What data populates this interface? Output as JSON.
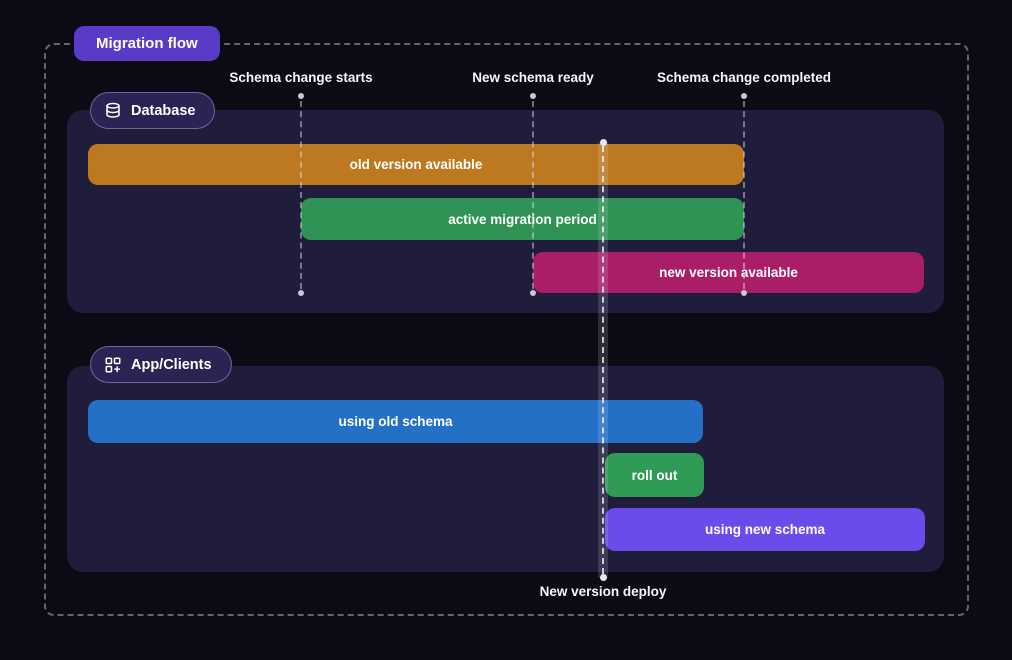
{
  "title_badge": {
    "label": "Migration flow"
  },
  "milestones": [
    {
      "label": "Schema change starts"
    },
    {
      "label": "New schema ready"
    },
    {
      "label": "Schema change completed"
    }
  ],
  "deploy_marker": {
    "label": "New version deploy"
  },
  "lanes": {
    "database": {
      "badge": {
        "label": "Database",
        "icon": "database-icon"
      },
      "bars": [
        {
          "label": "old version available",
          "color": "#bd791f",
          "starts_at": "lane start",
          "ends_at": "Schema change completed"
        },
        {
          "label": "active migration period",
          "color": "#2e9355",
          "starts_at": "Schema change starts",
          "ends_at": "Schema change completed"
        },
        {
          "label": "new version available",
          "color": "#aa1e68",
          "starts_at": "New schema ready",
          "ends_at": "lane end"
        }
      ]
    },
    "app": {
      "badge": {
        "label": "App/Clients",
        "icon": "apps-plus-icon"
      },
      "bars": [
        {
          "label": "using old schema",
          "color": "#2470c6",
          "starts_at": "lane start",
          "ends_at": "after New version deploy"
        },
        {
          "label": "roll out",
          "color": "#2f9b55",
          "starts_at": "New version deploy",
          "ends_at": "after New version deploy"
        },
        {
          "label": "using new schema",
          "color": "#6b4be9",
          "starts_at": "New version deploy",
          "ends_at": "lane end"
        }
      ]
    }
  },
  "colors": {
    "background": "#0c0a14",
    "panel": "#201c3b",
    "title_badge_bg": "#5a3bc7",
    "lane_badge_bg": "#2a2354",
    "bar_old_version": "#bd791f",
    "bar_active_migration": "#2e9355",
    "bar_new_version": "#aa1e68",
    "bar_using_old": "#2470c6",
    "bar_roll_out": "#2f9b55",
    "bar_using_new": "#6b4be9",
    "milestone_dot": "#c9c9d6",
    "text": "#f5f5f9"
  }
}
